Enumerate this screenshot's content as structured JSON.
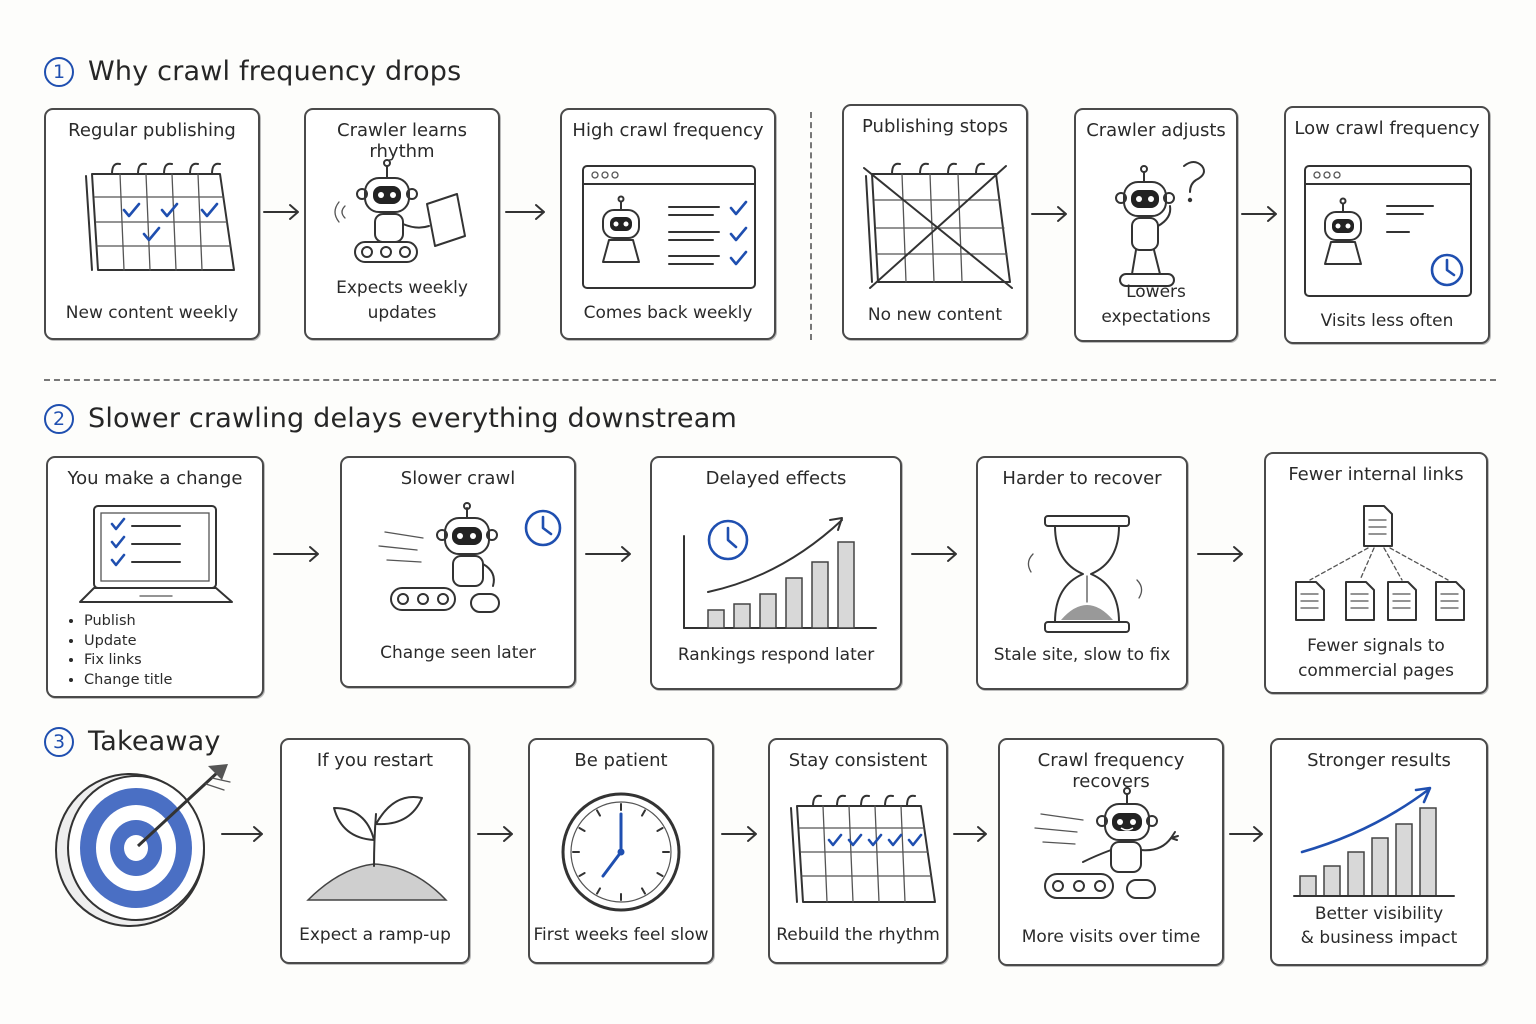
{
  "sections": [
    {
      "number": "1",
      "title": "Why crawl frequency drops"
    },
    {
      "number": "2",
      "title": "Slower crawling delays everything downstream"
    },
    {
      "number": "3",
      "title": "Takeaway"
    }
  ],
  "row1": [
    {
      "title": "Regular publishing",
      "caption": "New content weekly",
      "icon": "calendar-checks-icon"
    },
    {
      "title": "Crawler learns rhythm",
      "caption": "Expects weekly updates",
      "icon": "robot-tablet-icon"
    },
    {
      "title": "High crawl frequency",
      "caption": "Comes back weekly",
      "icon": "browser-robot-checks-icon"
    },
    {
      "title": "Publishing stops",
      "caption": "No new content",
      "icon": "crossed-calendar-icon"
    },
    {
      "title": "Crawler adjusts",
      "caption": "Lowers expectations",
      "icon": "robot-question-icon"
    },
    {
      "title": "Low crawl frequency",
      "caption": "Visits less often",
      "icon": "browser-robot-clock-icon"
    }
  ],
  "row2": [
    {
      "title": "You make a change",
      "icon": "laptop-checklist-icon",
      "bullets": [
        "Publish",
        "Update",
        "Fix links",
        "Change title"
      ]
    },
    {
      "title": "Slower crawl",
      "caption": "Change seen later",
      "icon": "robot-clock-icon"
    },
    {
      "title": "Delayed effects",
      "caption": "Rankings respond later",
      "icon": "bar-chart-clock-icon"
    },
    {
      "title": "Harder to recover",
      "caption": "Stale site, slow to fix",
      "icon": "hourglass-icon"
    },
    {
      "title": "Fewer internal links",
      "caption": "Fewer signals to commercial pages",
      "caption_lines": [
        "Fewer signals to",
        "commercial pages"
      ],
      "icon": "document-tree-icon"
    }
  ],
  "row3": [
    {
      "title": "If you restart",
      "caption": "Expect a ramp-up",
      "icon": "sprout-icon"
    },
    {
      "title": "Be patient",
      "caption": "First weeks feel slow",
      "icon": "clock-icon"
    },
    {
      "title": "Stay consistent",
      "caption": "Rebuild the rhythm",
      "icon": "calendar-checks-icon"
    },
    {
      "title": "Crawl frequency recovers",
      "caption": "More visits over time",
      "icon": "robot-waving-icon"
    },
    {
      "title": "Stronger results",
      "caption_lines": [
        "Better visibility",
        "& business impact"
      ],
      "icon": "growth-chart-icon"
    }
  ],
  "takeaway_icon": "target-arrow-icon",
  "colors": {
    "accent": "#1f4fb0",
    "ink": "#333333",
    "background": "#fdfdfb"
  }
}
